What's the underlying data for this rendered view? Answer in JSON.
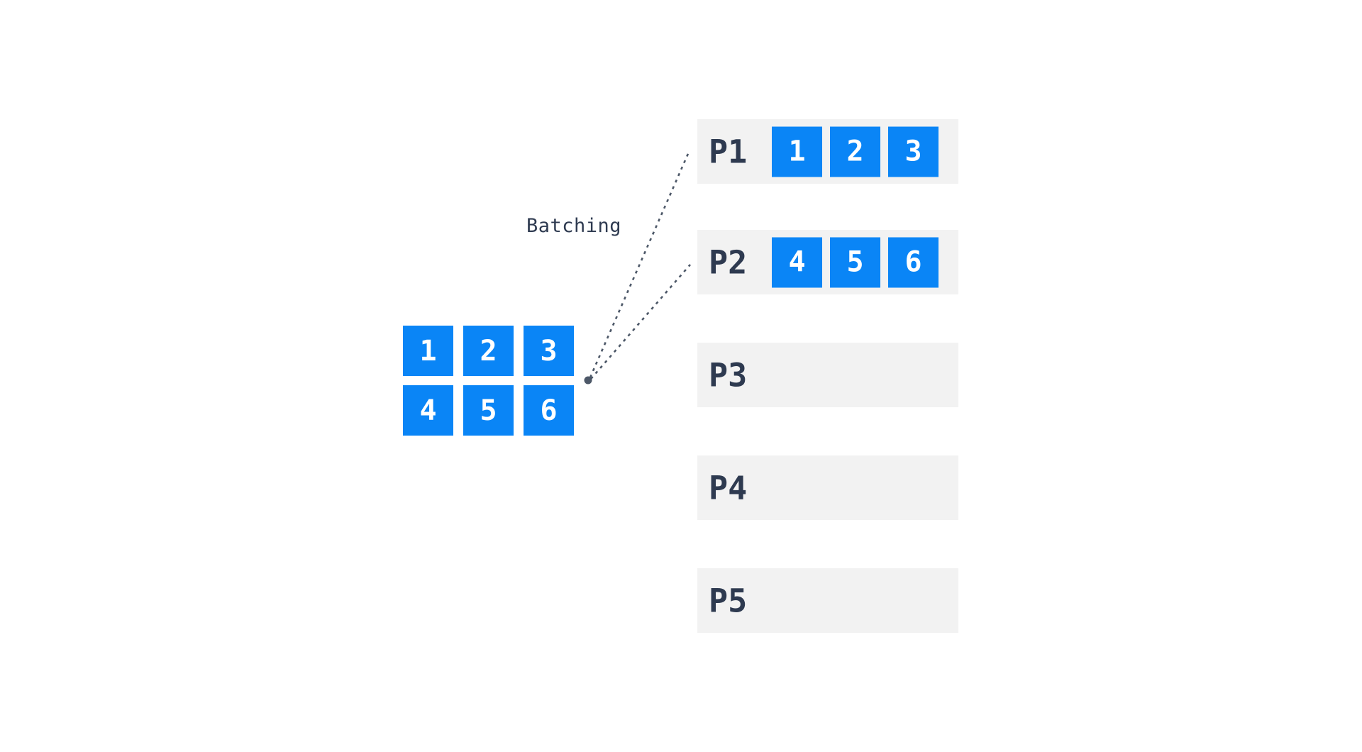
{
  "batching": {
    "label": "Batching"
  },
  "source_grid": {
    "blocks": [
      "1",
      "2",
      "3",
      "4",
      "5",
      "6"
    ]
  },
  "partitions": [
    {
      "name": "P1",
      "blocks": [
        "1",
        "2",
        "3"
      ]
    },
    {
      "name": "P2",
      "blocks": [
        "4",
        "5",
        "6"
      ]
    },
    {
      "name": "P3",
      "blocks": []
    },
    {
      "name": "P4",
      "blocks": []
    },
    {
      "name": "P5",
      "blocks": []
    }
  ],
  "colors": {
    "block_blue": "#0a85f6",
    "partition_gray": "#f2f2f2",
    "text_navy": "#2e3a50",
    "connector_slate": "#4d5868",
    "block_text_white": "#ffffff"
  }
}
